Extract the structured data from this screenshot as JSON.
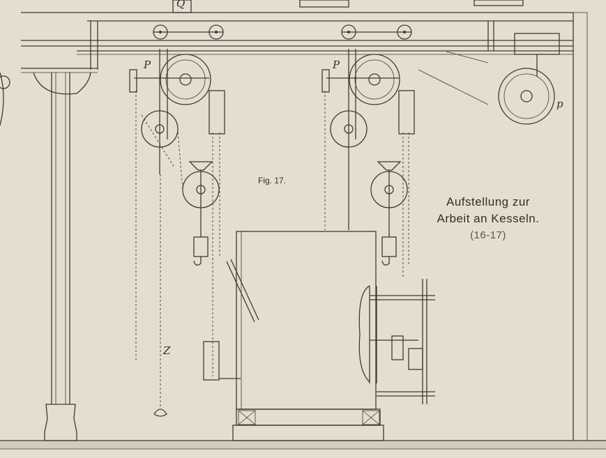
{
  "figure": {
    "label": "Fig. 17.",
    "caption_line1": "Aufstellung zur",
    "caption_line2": "Arbeit an Kesseln.",
    "caption_ref": "(16-17)",
    "markers": {
      "q": "Q",
      "p_left": "P",
      "p_mid": "P",
      "p_right": "p",
      "z": "Z"
    }
  },
  "colors": {
    "paper": "#e5dece",
    "ink": "#3b3a36"
  }
}
